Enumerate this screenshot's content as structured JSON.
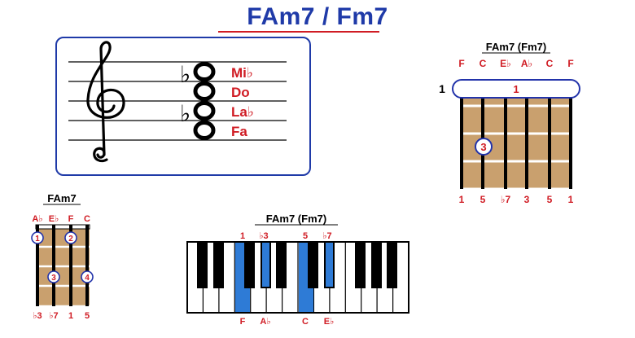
{
  "title": "FAm7 / Fm7",
  "colors": {
    "title_blue": "#1f3aa8",
    "accent_red": "#d01c24",
    "highlight_blue": "#2e7bd6",
    "fretboard_tan": "#c9a06e",
    "fret_white": "#ffffff",
    "dot_blue": "#2233aa"
  },
  "staff": {
    "clef_icon": "treble-clef-icon",
    "note_names": [
      "Mib",
      "Do",
      "Lab",
      "Fa"
    ],
    "note_names_display": [
      "Mi♭",
      "Do",
      "La♭",
      "Fa"
    ],
    "flat_sign": "♭"
  },
  "guitar": {
    "title": "FAm7 (Fm7)",
    "string_notes": [
      "F",
      "C",
      "E♭",
      "A♭",
      "C",
      "F"
    ],
    "fret_number": "1",
    "barre_finger": "1",
    "extra_finger": "3",
    "intervals": [
      "1",
      "5",
      "♭7",
      "3",
      "5",
      "1"
    ]
  },
  "ukulele": {
    "title": "FAm7",
    "string_notes": [
      "A♭",
      "E♭",
      "F",
      "C"
    ],
    "fingers": [
      "1",
      "2",
      "3",
      "4"
    ],
    "intervals": [
      "♭3",
      "♭7",
      "1",
      "5"
    ]
  },
  "piano": {
    "title": "FAm7 (Fm7)",
    "top_labels": [
      "1",
      "♭3",
      "5",
      "♭7"
    ],
    "bottom_labels": [
      "F",
      "A♭",
      "C",
      "E♭"
    ]
  }
}
